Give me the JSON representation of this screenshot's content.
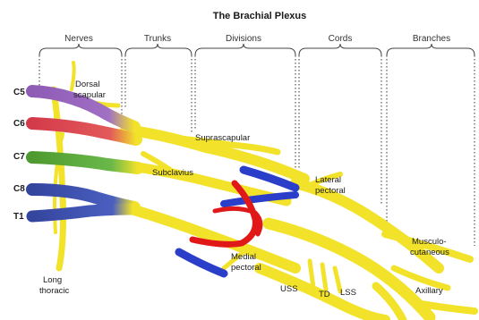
{
  "title": "The Brachial Plexus",
  "sections": {
    "nerves": "Nerves",
    "trunks": "Trunks",
    "divisions": "Divisions",
    "cords": "Cords",
    "branches": "Branches"
  },
  "roots": {
    "c5": "C5",
    "c6": "C6",
    "c7": "C7",
    "c8": "C8",
    "t1": "T1"
  },
  "labels": {
    "dorsal_scapular_1": "Dorsal",
    "dorsal_scapular_2": "scapular",
    "suprascapular": "Suprascapular",
    "subclavius": "Subclavius",
    "lateral_pectoral_1": "Lateral",
    "lateral_pectoral_2": "pectoral",
    "medial_pectoral_1": "Medial",
    "medial_pectoral_2": "pectoral",
    "long_thoracic_1": "Long",
    "long_thoracic_2": "thoracic",
    "musculocutaneous_1": "Musculo-",
    "musculocutaneous_2": "cutaneous",
    "axillary": "Axillary",
    "uss": "USS",
    "td": "TD",
    "lss": "LSS"
  },
  "colors": {
    "nerve": "#f2e22a",
    "nerve_stroke": "#b8a300",
    "c5": "#8e5bb5",
    "c6": "#d43a4a",
    "c7": "#5aa63a",
    "c8": "#3a4fa8",
    "t1": "#3a4fa8",
    "highlight_red": "#e01818",
    "highlight_blue": "#2b3ec9"
  }
}
